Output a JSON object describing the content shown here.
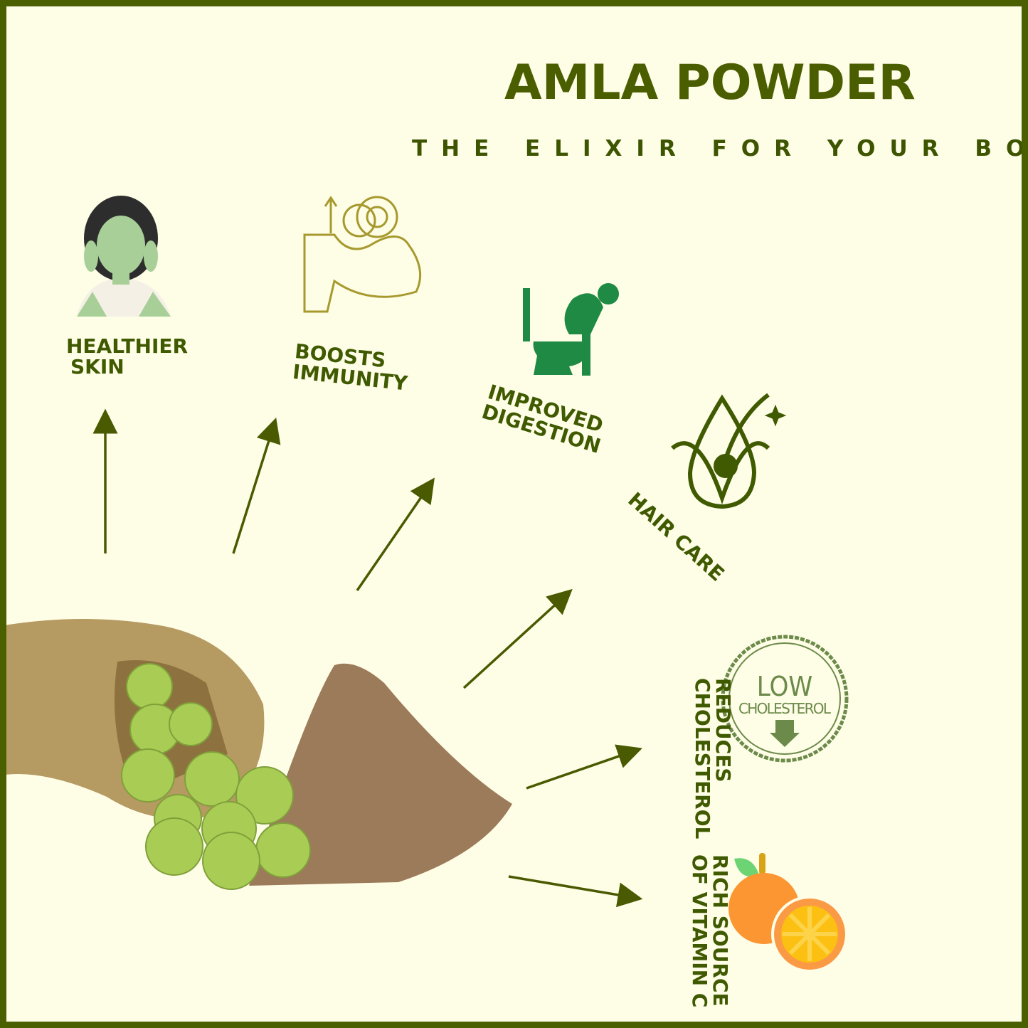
{
  "title": "AMLA POWDER",
  "subtitle": "THE ELIXIR FOR YOUR BODY",
  "colors": {
    "background": "#fefde6",
    "border": "#4a5f00",
    "text": "#3f5a00",
    "arrow": "#4a5a00"
  },
  "benefits": [
    {
      "line1": "HEALTHIER",
      "line2": "SKIN",
      "icon": "woman-face-mask-icon"
    },
    {
      "line1": "BOOSTS",
      "line2": "IMMUNITY",
      "icon": "flexed-arm-icon"
    },
    {
      "line1": "IMPROVED",
      "line2": "DIGESTION",
      "icon": "toilet-person-icon"
    },
    {
      "line1": "HAIR CARE",
      "icon": "hair-drop-icon"
    },
    {
      "line1": "REDUCES",
      "line2": "CHOLESTEROL",
      "icon": "low-cholesterol-stamp-icon"
    },
    {
      "line1": "RICH SOURCE",
      "line2": "OF VITAMIN C",
      "icon": "orange-fruit-icon"
    }
  ],
  "stamp": {
    "top": "LOW",
    "bottom": "CHOLESTEROL"
  }
}
